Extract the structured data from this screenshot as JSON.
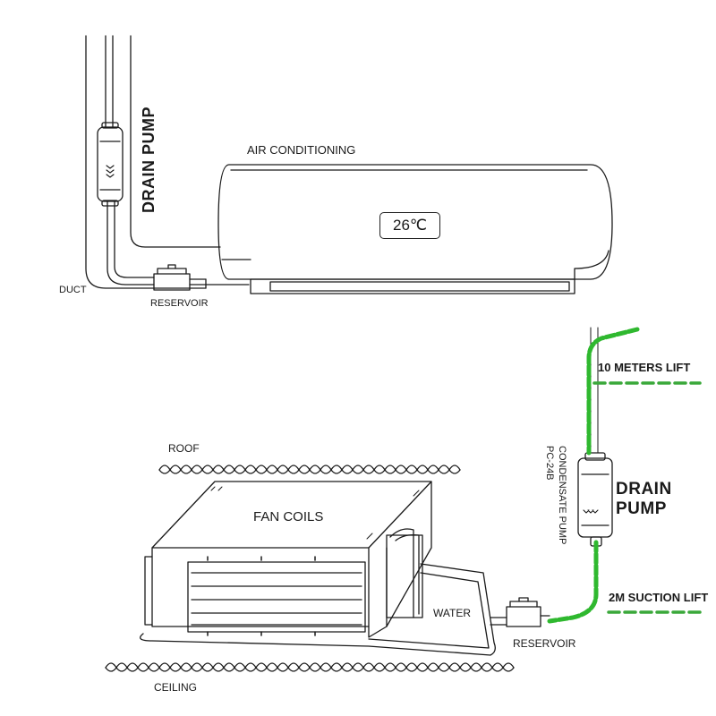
{
  "top_diagram": {
    "air_conditioning": "AIR CONDITIONING",
    "temperature": "26℃",
    "drain_pump": "DRAIN PUMP",
    "duct": "DUCT",
    "reservoir": "RESERVOIR"
  },
  "bottom_diagram": {
    "roof": "ROOF",
    "fan_coils": "FAN COILS",
    "water": "WATER",
    "reservoir": "RESERVOIR",
    "ceiling": "CEILING",
    "condensate_pump_line1": "CONDENSATE PUMP",
    "condensate_pump_line2": "PC-24B",
    "drain": "DRAIN",
    "pump": "PUMP",
    "lift_label": "10 METERS LIFT",
    "suction_label": "2M SUCTION LIFT"
  },
  "colors": {
    "line": "#1a1a1a",
    "highlight_green": "#2fb82f",
    "dashed_green": "#3aa83a"
  }
}
